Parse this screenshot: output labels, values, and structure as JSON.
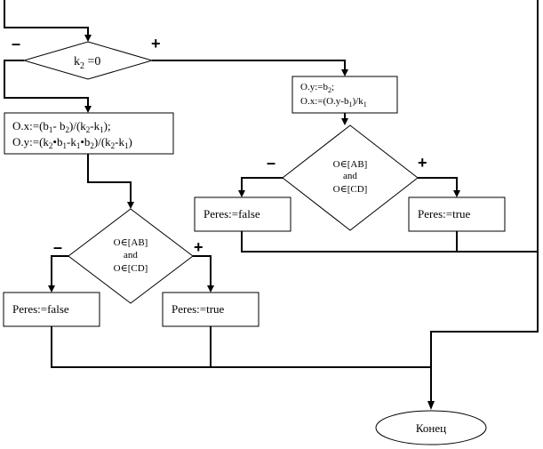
{
  "labels": {
    "cond_k2": "k",
    "cond_k2_sub": "2",
    "cond_k2_rest": " =0",
    "minus": "–",
    "plus": "+"
  },
  "blocks": {
    "parallel": {
      "line1": "O.y:=b",
      "line1_sub": "2",
      "line1_end": ";",
      "line2_a": "O.x:=(O.y-b",
      "line2_sub1": "1",
      "line2_b": ")/k",
      "line2_sub2": "1"
    },
    "intersect": {
      "l1_a": "O.x:=(b",
      "l1_s1": "1",
      "l1_b": "- b",
      "l1_s2": "2",
      "l1_c": ")/(k",
      "l1_s3": "2",
      "l1_d": "-k",
      "l1_s4": "1",
      "l1_e": ");",
      "l2_a": "O.y:=(k",
      "l2_s1": "2",
      "l2_b": "•b",
      "l2_s2": "1",
      "l2_c": "-k",
      "l2_s3": "1",
      "l2_d": "•b",
      "l2_s4": "2",
      "l2_e": ")/(k",
      "l2_s5": "2",
      "l2_f": "-k",
      "l2_s6": "1",
      "l2_g": ")"
    },
    "check": {
      "line1": "O∈[AB]",
      "line2": "and",
      "line3": "O∈[CD]"
    },
    "peres_false": "Peres:=false",
    "peres_true": "Peres:=true",
    "end": "Конец"
  }
}
